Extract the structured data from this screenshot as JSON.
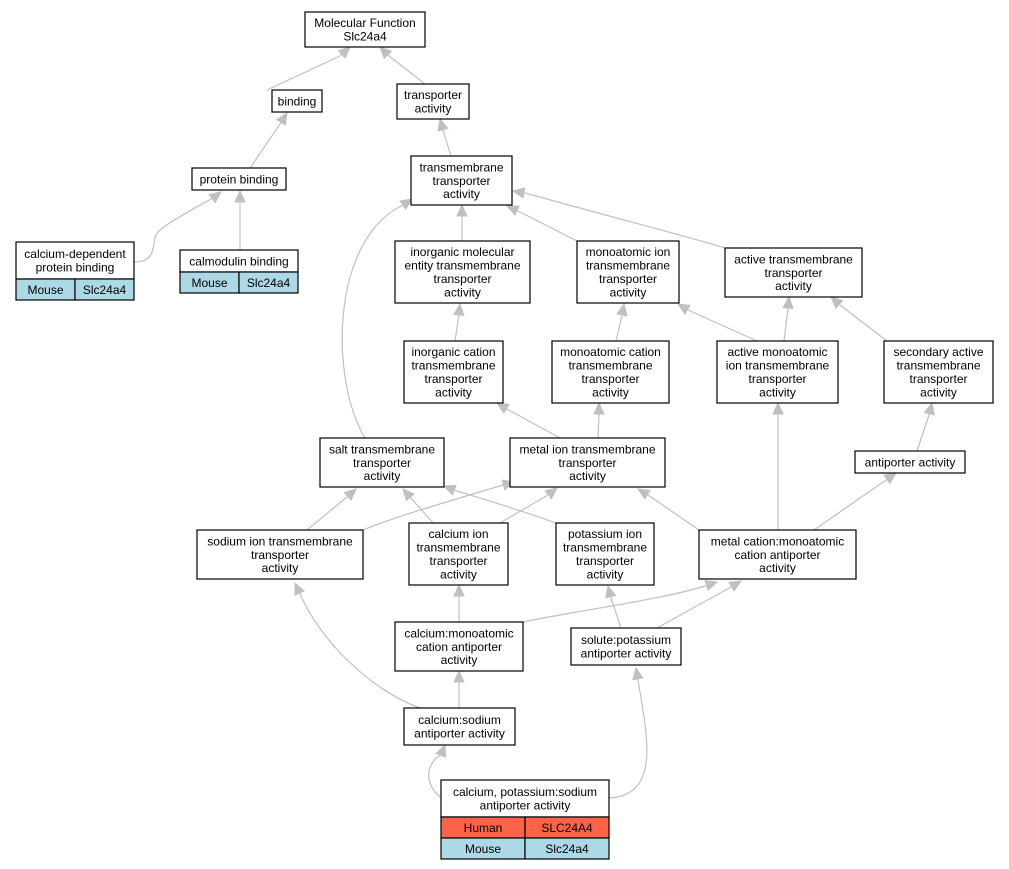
{
  "colors": {
    "human": "#ff6347",
    "mouse": "#add8e6",
    "edge": "#c0c0c0"
  },
  "nodes": [
    {
      "id": "mf",
      "lines": [
        "Molecular Function",
        "Slc24a4"
      ]
    },
    {
      "id": "binding",
      "lines": [
        "binding"
      ]
    },
    {
      "id": "transporter",
      "lines": [
        "transporter",
        "activity"
      ]
    },
    {
      "id": "protein_binding",
      "lines": [
        "protein binding"
      ]
    },
    {
      "id": "tmt",
      "lines": [
        "transmembrane",
        "transporter",
        "activity"
      ]
    },
    {
      "id": "cadep",
      "lines": [
        "calcium-dependent",
        "protein binding"
      ],
      "annotations": [
        {
          "species": "Mouse",
          "gene": "Slc24a4"
        }
      ]
    },
    {
      "id": "calmodulin",
      "lines": [
        "calmodulin binding"
      ],
      "annotations": [
        {
          "species": "Mouse",
          "gene": "Slc24a4"
        }
      ]
    },
    {
      "id": "inorg_mol",
      "lines": [
        "inorganic molecular",
        "entity transmembrane",
        "transporter",
        "activity"
      ]
    },
    {
      "id": "mono_ion",
      "lines": [
        "monoatomic ion",
        "transmembrane",
        "transporter",
        "activity"
      ]
    },
    {
      "id": "active_tm",
      "lines": [
        "active transmembrane",
        "transporter",
        "activity"
      ]
    },
    {
      "id": "inorg_cation",
      "lines": [
        "inorganic cation",
        "transmembrane",
        "transporter",
        "activity"
      ]
    },
    {
      "id": "mono_cation",
      "lines": [
        "monoatomic cation",
        "transmembrane",
        "transporter",
        "activity"
      ]
    },
    {
      "id": "active_mono",
      "lines": [
        "active monoatomic",
        "ion transmembrane",
        "transporter",
        "activity"
      ]
    },
    {
      "id": "secondary",
      "lines": [
        "secondary active",
        "transmembrane",
        "transporter",
        "activity"
      ]
    },
    {
      "id": "salt",
      "lines": [
        "salt transmembrane",
        "transporter",
        "activity"
      ]
    },
    {
      "id": "metal_ion",
      "lines": [
        "metal ion transmembrane",
        "transporter",
        "activity"
      ]
    },
    {
      "id": "antiporter",
      "lines": [
        "antiporter activity"
      ]
    },
    {
      "id": "sodium",
      "lines": [
        "sodium ion transmembrane",
        "transporter",
        "activity"
      ]
    },
    {
      "id": "calcium_ion",
      "lines": [
        "calcium ion",
        "transmembrane",
        "transporter",
        "activity"
      ]
    },
    {
      "id": "potassium_ion",
      "lines": [
        "potassium ion",
        "transmembrane",
        "transporter",
        "activity"
      ]
    },
    {
      "id": "metal_cation_anti",
      "lines": [
        "metal cation:monoatomic",
        "cation antiporter",
        "activity"
      ]
    },
    {
      "id": "ca_mono_anti",
      "lines": [
        "calcium:monoatomic",
        "cation antiporter",
        "activity"
      ]
    },
    {
      "id": "solute_k",
      "lines": [
        "solute:potassium",
        "antiporter activity"
      ]
    },
    {
      "id": "ca_na",
      "lines": [
        "calcium:sodium",
        "antiporter activity"
      ]
    },
    {
      "id": "ca_k_na",
      "lines": [
        "calcium, potassium:sodium",
        "antiporter activity"
      ],
      "annotations": [
        {
          "species": "Human",
          "gene": "SLC24A4"
        },
        {
          "species": "Mouse",
          "gene": "Slc24a4"
        }
      ]
    }
  ]
}
